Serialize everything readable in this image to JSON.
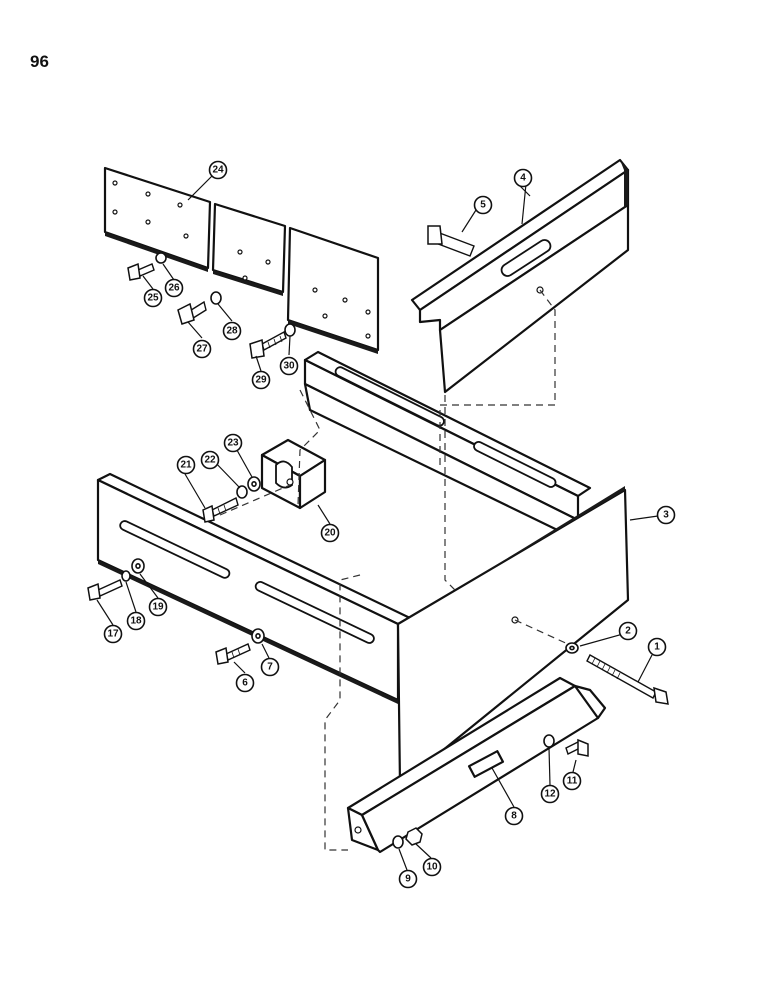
{
  "page": {
    "number": "96"
  },
  "callouts": [
    "1",
    "2",
    "3",
    "4",
    "5",
    "6",
    "7",
    "8",
    "9",
    "10",
    "11",
    "12",
    "17",
    "18",
    "19",
    "20",
    "21",
    "22",
    "23",
    "24",
    "25",
    "26",
    "27",
    "28",
    "29",
    "30"
  ]
}
